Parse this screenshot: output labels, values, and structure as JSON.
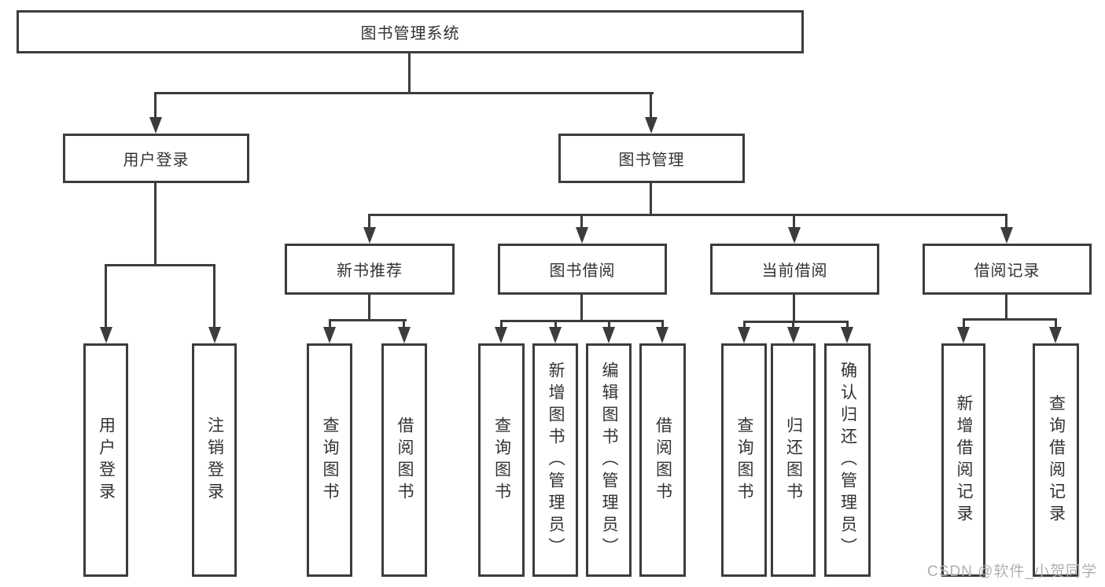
{
  "diagram_title": "图书管理系统",
  "tree": {
    "label": "图书管理系统",
    "children": [
      {
        "label": "用户登录",
        "children": [
          {
            "label": "用户登录"
          },
          {
            "label": "注销登录"
          }
        ]
      },
      {
        "label": "图书管理",
        "children": [
          {
            "label": "新书推荐",
            "children": [
              {
                "label": "查询图书"
              },
              {
                "label": "借阅图书"
              }
            ]
          },
          {
            "label": "图书借阅",
            "children": [
              {
                "label": "查询图书"
              },
              {
                "label": "新增图书（管理员）"
              },
              {
                "label": "编辑图书（管理员）"
              },
              {
                "label": "借阅图书"
              }
            ]
          },
          {
            "label": "当前借阅",
            "children": [
              {
                "label": "查询图书"
              },
              {
                "label": "归还图书"
              },
              {
                "label": "确认归还（管理员）"
              }
            ]
          },
          {
            "label": "借阅记录",
            "children": [
              {
                "label": "新增借阅记录"
              },
              {
                "label": "查询借阅记录"
              }
            ]
          }
        ]
      }
    ]
  },
  "watermark": "CSDN @软件_小贺同学",
  "colors": {
    "line": "#3c3c3c",
    "text": "#323232",
    "watermark": "#b0b0b0",
    "background": "#ffffff"
  }
}
